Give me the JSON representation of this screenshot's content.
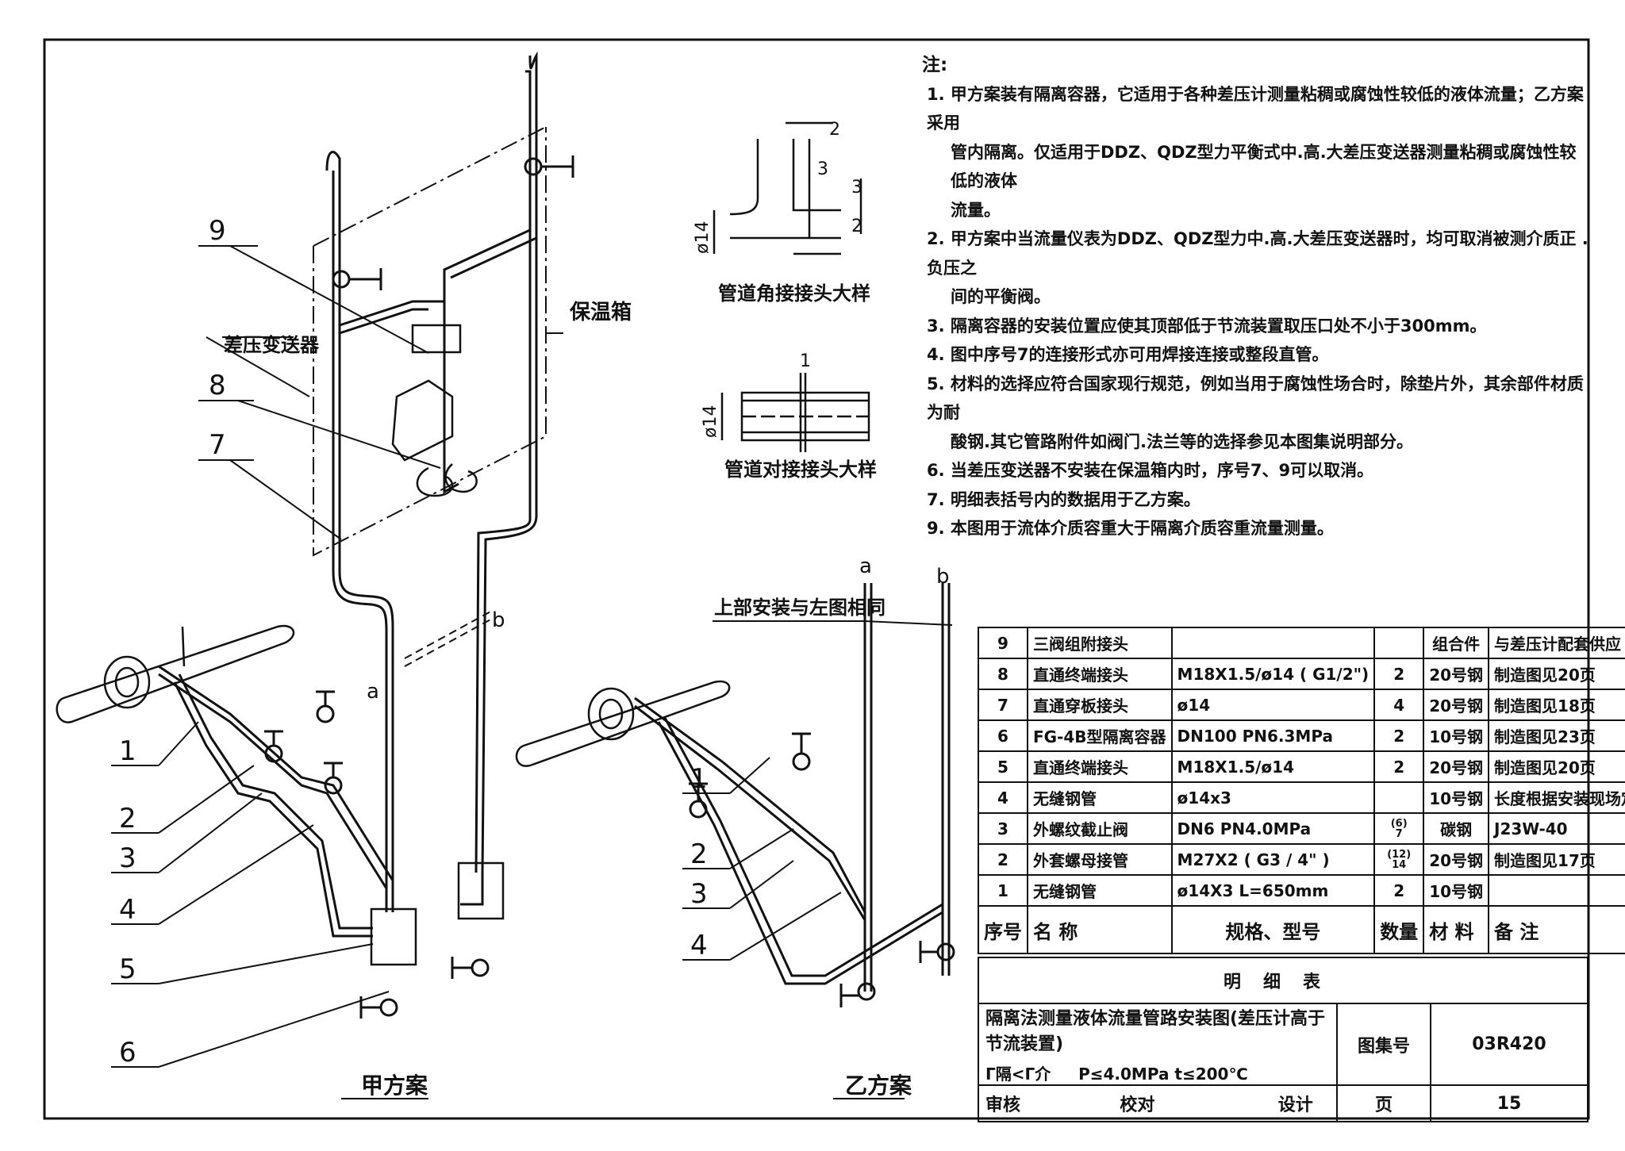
{
  "drawing": {
    "notes": {
      "title": "注:",
      "items": [
        {
          "num": "1.",
          "lines": [
            "甲方案装有隔离容器，它适用于各种差压计测量粘稠或腐蚀性较低的液体流量；乙方案采用",
            "管内隔离。仅适用于DDZ、QDZ型力平衡式中.高.大差压变送器测量粘稠或腐蚀性较低的液体",
            "流量。"
          ]
        },
        {
          "num": "2.",
          "lines": [
            "甲方案中当流量仪表为DDZ、QDZ型力中.高.大差压变送器时，均可取消被测介质正 .负压之",
            "间的平衡阀。"
          ]
        },
        {
          "num": "3.",
          "lines": [
            "隔离容器的安装位置应使其顶部低于节流装置取压口处不小于300mm。"
          ]
        },
        {
          "num": "4.",
          "lines": [
            "图中序号7的连接形式亦可用焊接连接或整段直管。"
          ]
        },
        {
          "num": "5.",
          "lines": [
            "材料的选择应符合国家现行规范，例如当用于腐蚀性场合时，除垫片外，其余部件材质为耐",
            "酸钢.其它管路附件如阀门.法兰等的选择参见本图集说明部分。"
          ]
        },
        {
          "num": "6.",
          "lines": [
            "当差压变送器不安装在保温箱内时，序号7、9可以取消。"
          ]
        },
        {
          "num": "7.",
          "lines": [
            "明细表括号内的数据用于乙方案。"
          ]
        },
        {
          "num": "9.",
          "lines": [
            "本图用于流体介质容重大于隔离介质容重流量测量。"
          ]
        }
      ]
    },
    "details": {
      "corner_title": "管道角接接头大样",
      "butt_title": "管道对接接头大样",
      "dia": "ø14",
      "dim2": "2",
      "dim3": "3",
      "dim1": "1"
    },
    "labels": {
      "transmitter": "差压变送器",
      "box": "保温箱",
      "upper_same": "上部安装与左图相同",
      "scheme_a": "甲方案",
      "scheme_b": "乙方案",
      "a": "a",
      "b": "b",
      "callouts_left": [
        "9",
        "8",
        "7",
        "1",
        "2",
        "3",
        "4",
        "5",
        "6"
      ],
      "callouts_right": [
        "1",
        "2",
        "3",
        "4"
      ]
    },
    "bom": {
      "rows": [
        {
          "no": "9",
          "name": "三阀组附接头",
          "spec": "",
          "qty": "",
          "qty2": "",
          "mat": "组合件",
          "note": "与差压计配套供应"
        },
        {
          "no": "8",
          "name": "直通终端接头",
          "spec": "M18X1.5/ø14 ( G1/2\")",
          "qty": "2",
          "qty2": "",
          "mat": "20号钢",
          "note": "制造图见20页"
        },
        {
          "no": "7",
          "name": "直通穿板接头",
          "spec": "ø14",
          "qty": "4",
          "qty2": "",
          "mat": "20号钢",
          "note": "制造图见18页"
        },
        {
          "no": "6",
          "name": "FG-4B型隔离容器",
          "spec": "DN100   PN6.3MPa",
          "qty": "2",
          "qty2": "",
          "mat": "10号钢",
          "note": "制造图见23页"
        },
        {
          "no": "5",
          "name": "直通终端接头",
          "spec": "M18X1.5/ø14",
          "qty": "2",
          "qty2": "",
          "mat": "20号钢",
          "note": "制造图见20页"
        },
        {
          "no": "4",
          "name": "无缝钢管",
          "spec": "ø14x3",
          "qty": "",
          "qty2": "",
          "mat": "10号钢",
          "note": "长度根据安装现场定"
        },
        {
          "no": "3",
          "name": "外螺纹截止阀",
          "spec": "DN6      PN4.0MPa",
          "qty": "(6)",
          "qty2": "7",
          "mat": "碳钢",
          "note": "J23W-40"
        },
        {
          "no": "2",
          "name": "外套螺母接管",
          "spec": "M27X2 ( G3 / 4\" )",
          "qty": "(12)",
          "qty2": "14",
          "mat": "20号钢",
          "note": "制造图见17页"
        },
        {
          "no": "1",
          "name": "无缝钢管",
          "spec": "ø14X3   L=650mm",
          "qty": "2",
          "qty2": "",
          "mat": "10号钢",
          "note": ""
        }
      ],
      "header": {
        "no": "序号",
        "name": "名      称",
        "spec": "规格、型号",
        "qty": "数量",
        "mat": "材      料",
        "note": "备      注"
      },
      "table_title": "明细表"
    },
    "title_block": {
      "title": "隔离法测量液体流量管路安装图(差压计高于节流装置)",
      "cond1": "Γ隔<Γ介",
      "cond2": "P≤4.0MPa    t≤200℃",
      "atlas_label": "图集号",
      "atlas_no": "03R420",
      "page_label": "页",
      "page_no": "15",
      "review": "审核",
      "check": "校对",
      "design": "设计"
    }
  }
}
